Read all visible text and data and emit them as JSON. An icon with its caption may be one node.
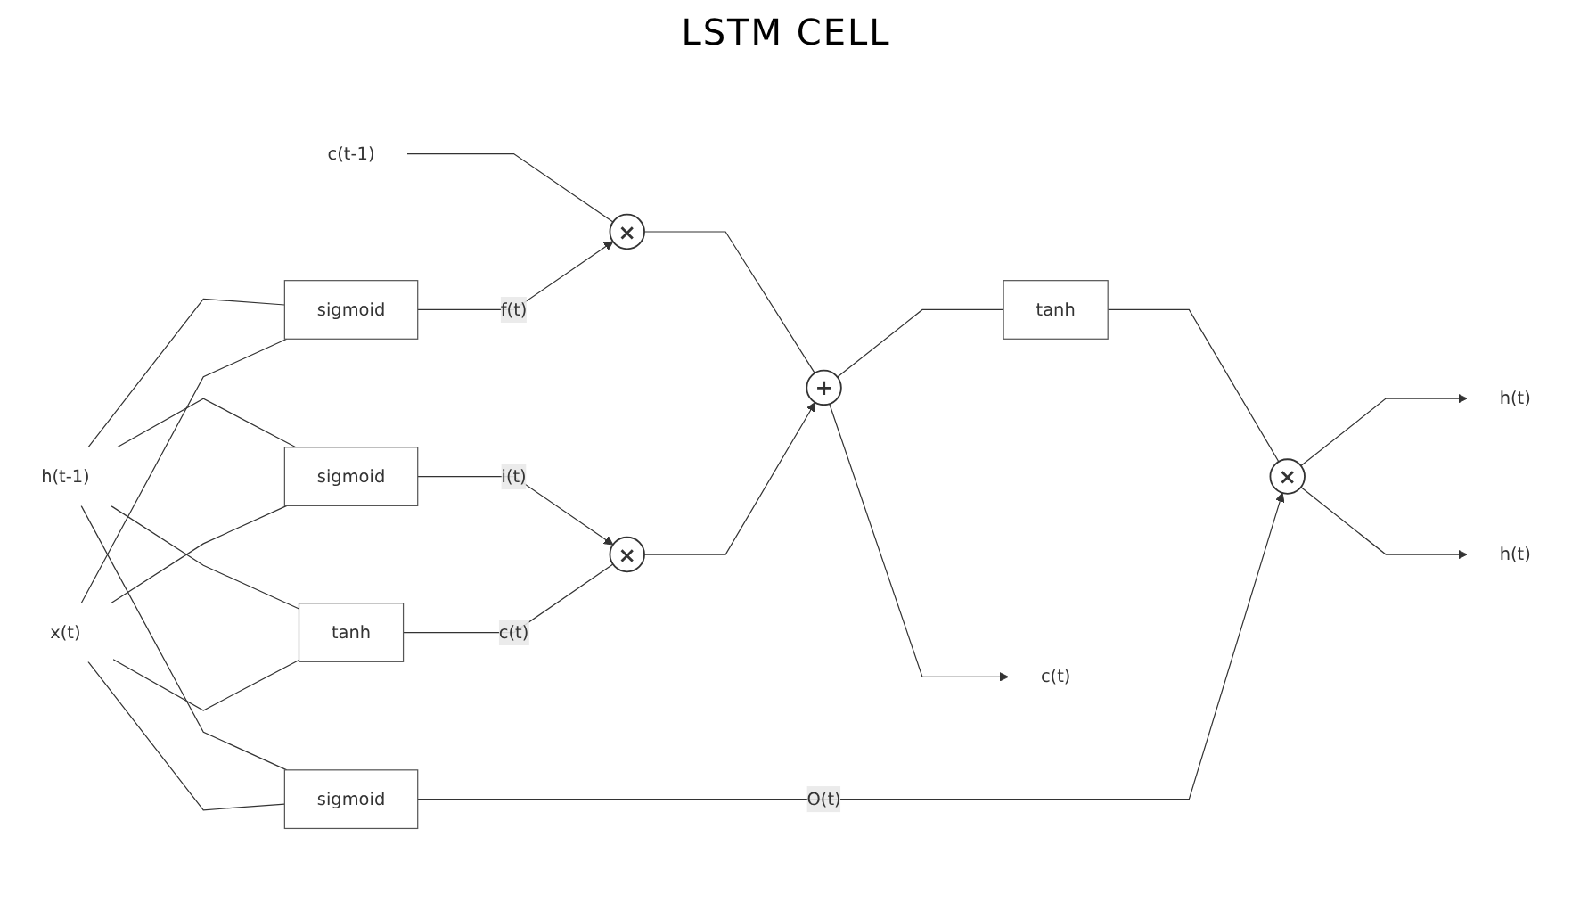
{
  "diagram": {
    "title": "LSTM CELL",
    "nodes": [
      {
        "text": [
          "c(t-1)"
        ]
      },
      {
        "text": [
          "×"
        ]
      },
      {
        "text": [
          "+"
        ]
      },
      {
        "text": [
          "sigmoid"
        ]
      },
      {
        "text": [
          "sigmoid"
        ]
      },
      {
        "text": [
          "×"
        ]
      },
      {
        "text": [
          "tanh"
        ]
      },
      {
        "text": [
          "sigmoid"
        ]
      },
      {
        "text": [
          "tanh"
        ]
      },
      {
        "text": [
          "×"
        ]
      },
      {
        "text": [
          "c(t)"
        ]
      },
      {
        "text": [
          "h(t-1)"
        ]
      },
      {
        "text": [
          "x(t)"
        ]
      },
      {
        "text": [
          "h(t)"
        ]
      },
      {
        "text": [
          "h(t)"
        ]
      }
    ],
    "edges": [
      {
        "from": 0,
        "to": 1,
        "arrow": "none"
      },
      {
        "from": 1,
        "to": 2,
        "arrow": "none"
      },
      {
        "from": 3,
        "to": 1,
        "arrow": "to",
        "label": "f(t)"
      },
      {
        "from": 4,
        "to": 5,
        "arrow": "to",
        "label": "i(t)"
      },
      {
        "from": 6,
        "to": 5,
        "arrow": "none",
        "label": "c(t)"
      },
      {
        "from": 5,
        "to": 2,
        "arrow": "to"
      },
      {
        "from": 2,
        "to": 10,
        "arrow": "to"
      },
      {
        "from": 2,
        "to": 8,
        "arrow": "none"
      },
      {
        "from": 8,
        "to": 9,
        "arrow": "none"
      },
      {
        "from": 7,
        "to": 9,
        "arrow": "to",
        "label": "O(t)"
      },
      {
        "from": 9,
        "to": 13,
        "arrow": "to"
      },
      {
        "from": 9,
        "to": 14,
        "arrow": "to"
      },
      {
        "from": 11,
        "to": 3,
        "arrow": "none"
      },
      {
        "from": 11,
        "to": 4,
        "arrow": "none"
      },
      {
        "from": 11,
        "to": 6,
        "arrow": "none"
      },
      {
        "from": 11,
        "to": 7,
        "arrow": "none"
      },
      {
        "from": 12,
        "to": 3,
        "arrow": "none"
      },
      {
        "from": 12,
        "to": 4,
        "arrow": "none"
      },
      {
        "from": 12,
        "to": 6,
        "arrow": "none"
      },
      {
        "from": 12,
        "to": 7,
        "arrow": "none"
      }
    ]
  }
}
